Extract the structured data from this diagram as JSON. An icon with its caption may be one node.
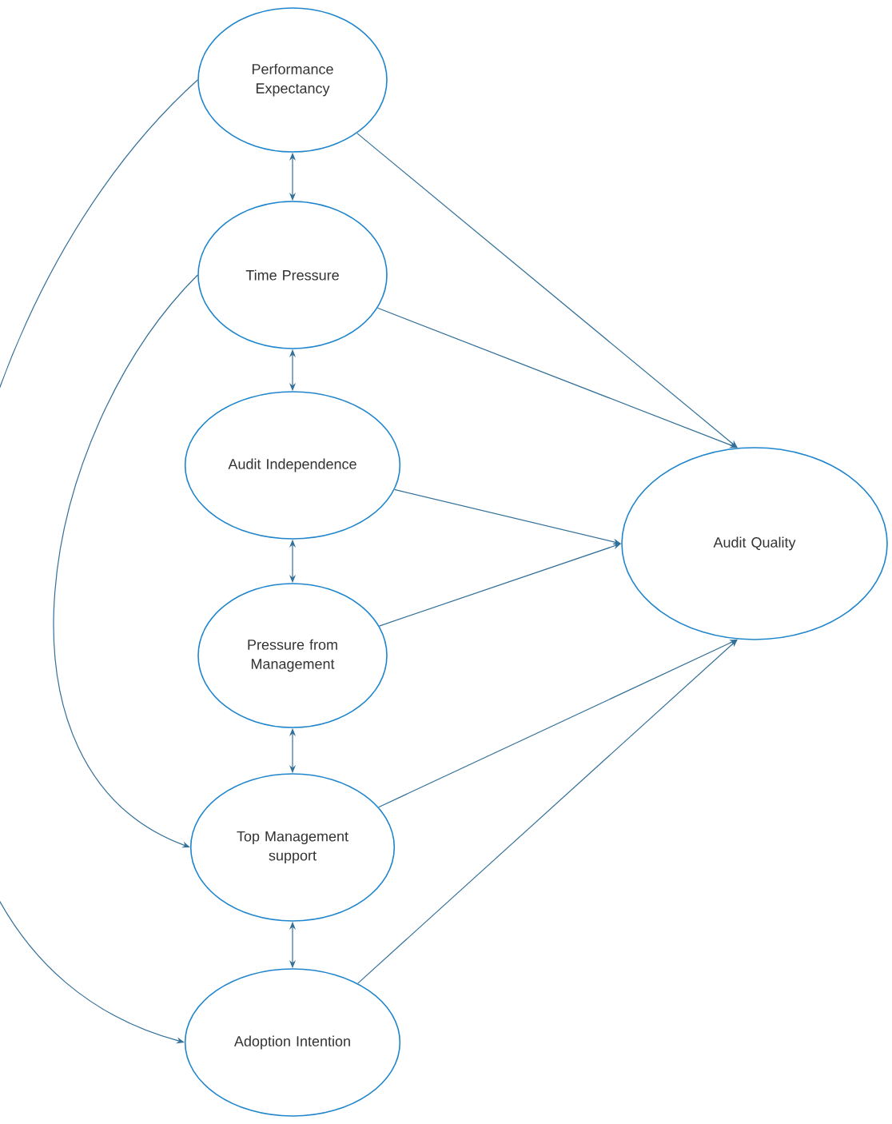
{
  "diagram": {
    "nodes": [
      {
        "text": [
          "Performance Expectancy"
        ]
      },
      {
        "text": [
          "Time Pressure"
        ]
      },
      {
        "text": [
          "Audit Independence"
        ]
      },
      {
        "text": [
          "Pressure from Management"
        ]
      },
      {
        "text": [
          "Top Management support"
        ]
      },
      {
        "text": [
          "Adoption Intention"
        ]
      },
      {
        "text": [
          "Audit Quality"
        ]
      }
    ],
    "edges": [
      {
        "from": 0,
        "to": 1,
        "arrow": "both"
      },
      {
        "from": 1,
        "to": 2,
        "arrow": "both"
      },
      {
        "from": 2,
        "to": 3,
        "arrow": "both"
      },
      {
        "from": 3,
        "to": 4,
        "arrow": "both"
      },
      {
        "from": 4,
        "to": 5,
        "arrow": "both"
      },
      {
        "from": 0,
        "to": 6,
        "arrow": "to"
      },
      {
        "from": 1,
        "to": 6,
        "arrow": "to"
      },
      {
        "from": 2,
        "to": 6,
        "arrow": "to"
      },
      {
        "from": 3,
        "to": 6,
        "arrow": "to"
      },
      {
        "from": 4,
        "to": 6,
        "arrow": "to"
      },
      {
        "from": 5,
        "to": 6,
        "arrow": "to"
      },
      {
        "from": 1,
        "to": 4,
        "arrow": "to"
      },
      {
        "from": 0,
        "to": 5,
        "arrow": "to"
      }
    ]
  }
}
